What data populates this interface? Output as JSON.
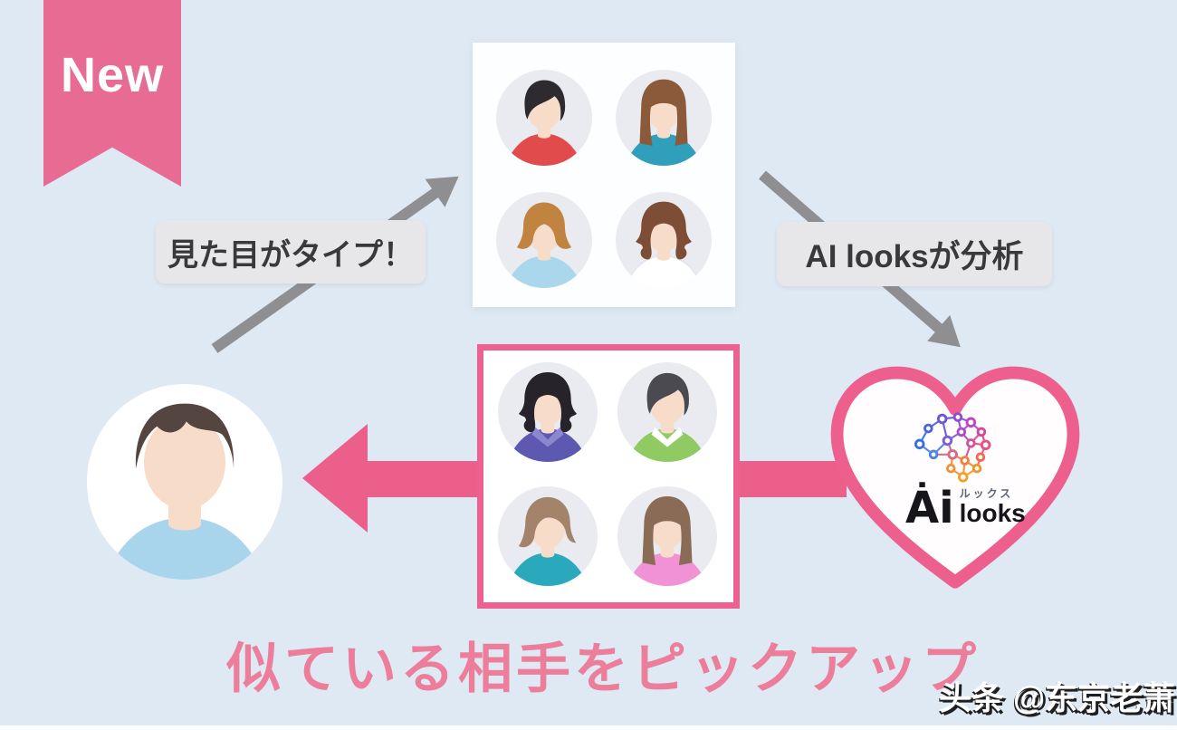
{
  "badge": {
    "label": "New"
  },
  "callouts": {
    "type": "見た目がタイプ！",
    "analyze": "AI looksが分析"
  },
  "headline": {
    "text": "似ている相手をピックアップ"
  },
  "watermark": {
    "text": "头条 @东京老萧"
  },
  "heart_logo": {
    "mark": "Ȧi",
    "ruby": "ルックス",
    "word": "looks",
    "network_palette": [
      "#3b6fe0",
      "#8f4cd2",
      "#e74f86",
      "#ee6b52",
      "#f5a028"
    ]
  },
  "colors": {
    "background": "#dfe9f3",
    "ribbon_pink": "#e76b92",
    "accent_pink_arrow": "#ec5f8a",
    "heart_border_pink": "#ed5f8d",
    "headline_pink": "#ec7e9b",
    "gray_arrow": "#8f8f91",
    "callout_bg": "#e7e7ea",
    "callout_text": "#39393c",
    "card_bg": "#ffffff",
    "avatar_circle_bg": "#e9ebf0",
    "skin": "#f8dcca"
  },
  "cards": {
    "liked": {
      "avatars": [
        {
          "name": "woman-red-top",
          "hair_style": "side-swept",
          "hair_color": "#2d2b30",
          "shirt_color": "#e14b4c"
        },
        {
          "name": "woman-teal-top",
          "hair_style": "long-straight",
          "hair_color": "#8a5a3b",
          "shirt_color": "#2f9fbb"
        },
        {
          "name": "woman-lightblue-top",
          "hair_style": "bob",
          "hair_color": "#c08440",
          "shirt_color": "#abd7ec"
        },
        {
          "name": "woman-white-blouse",
          "hair_style": "curly",
          "hair_color": "#7d4e35",
          "shirt_color": "#ffffff"
        }
      ]
    },
    "picked": {
      "avatars": [
        {
          "name": "woman-purple-top",
          "hair_style": "curly",
          "hair_color": "#26232a",
          "shirt_color": "#5d59b1",
          "collar_color": "#8b88cf"
        },
        {
          "name": "woman-green-top",
          "hair_style": "side-swept",
          "hair_color": "#4b4a50",
          "shirt_color": "#8fca63",
          "collar_color": "#ffffff"
        },
        {
          "name": "woman-teal2-top",
          "hair_style": "side-bang",
          "hair_color": "#a3846a",
          "shirt_color": "#2aa9bc"
        },
        {
          "name": "woman-pink-top",
          "hair_style": "long-straight",
          "hair_color": "#8a6b56",
          "shirt_color": "#f092d5"
        }
      ]
    }
  },
  "user_avatar": {
    "name": "male-user",
    "hair_style": "male",
    "hair_color": "#544540",
    "shirt_color": "#a9d5ec"
  }
}
